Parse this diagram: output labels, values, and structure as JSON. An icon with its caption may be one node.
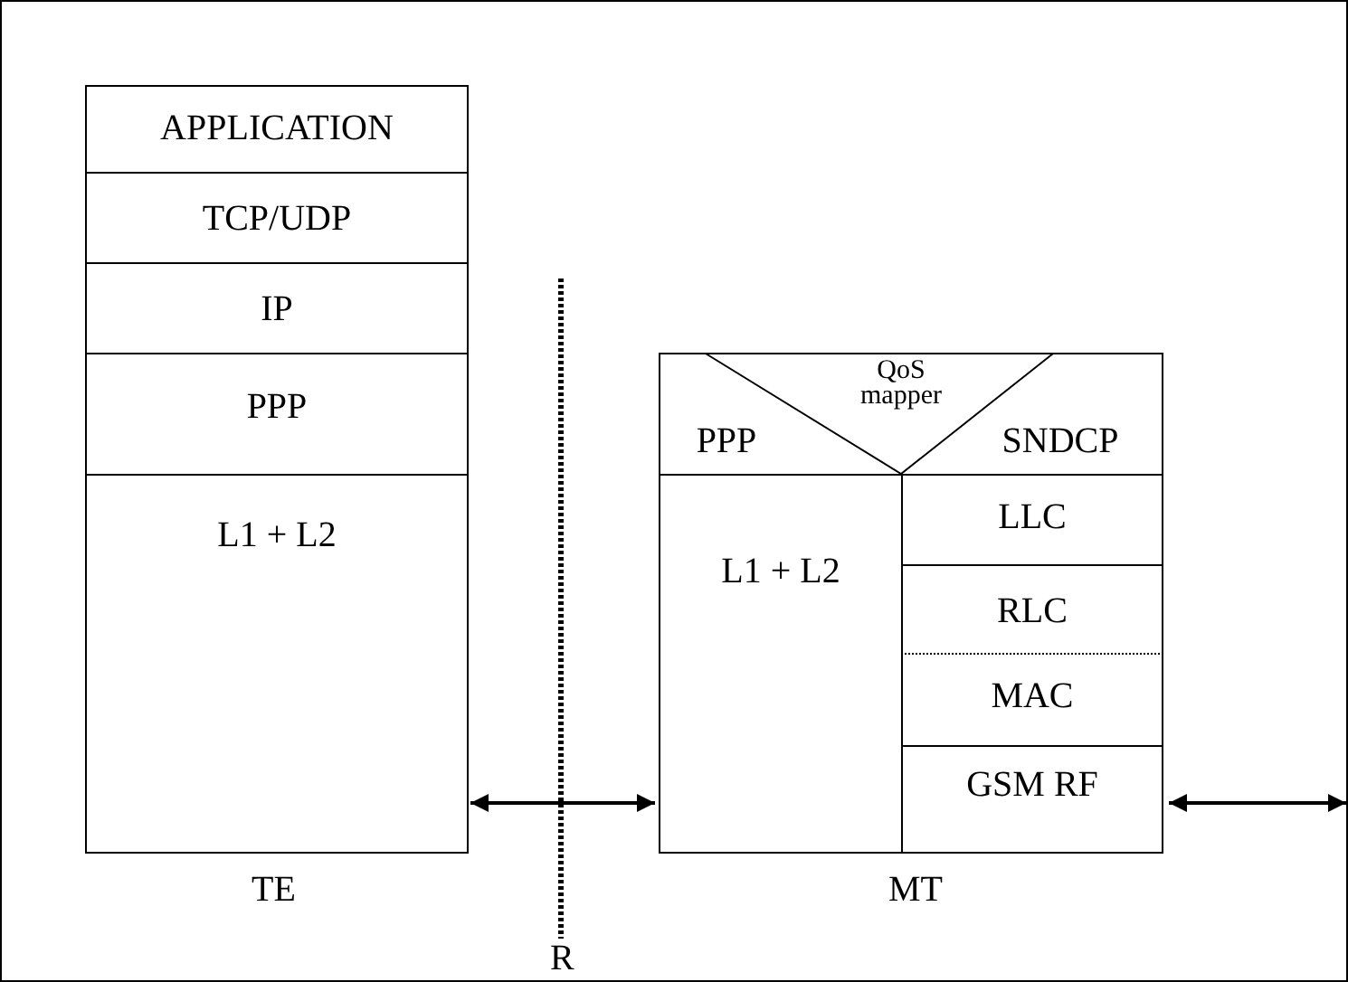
{
  "diagram": {
    "nodes": [
      {
        "text": [
          "APPLICATION"
        ]
      },
      {
        "text": [
          "TCP/UDP"
        ]
      },
      {
        "text": [
          "IP"
        ]
      },
      {
        "text": [
          "PPP"
        ]
      },
      {
        "text": [
          "L1 + L2"
        ]
      },
      {
        "text": [
          "PPP"
        ]
      },
      {
        "text": [
          "QoS mapper"
        ]
      },
      {
        "text": [
          "SNDCP"
        ]
      },
      {
        "text": [
          "L1 + L2"
        ]
      },
      {
        "text": [
          "LLC"
        ]
      },
      {
        "text": [
          "RLC"
        ]
      },
      {
        "text": [
          "MAC"
        ]
      },
      {
        "text": [
          "GSM RF"
        ]
      }
    ],
    "edges": [
      {
        "from": 4,
        "to": 8,
        "arrow": "both"
      },
      {
        "from": 12,
        "to": null,
        "arrow": "both"
      }
    ],
    "labels": [
      "TE",
      "R",
      "MT"
    ]
  }
}
